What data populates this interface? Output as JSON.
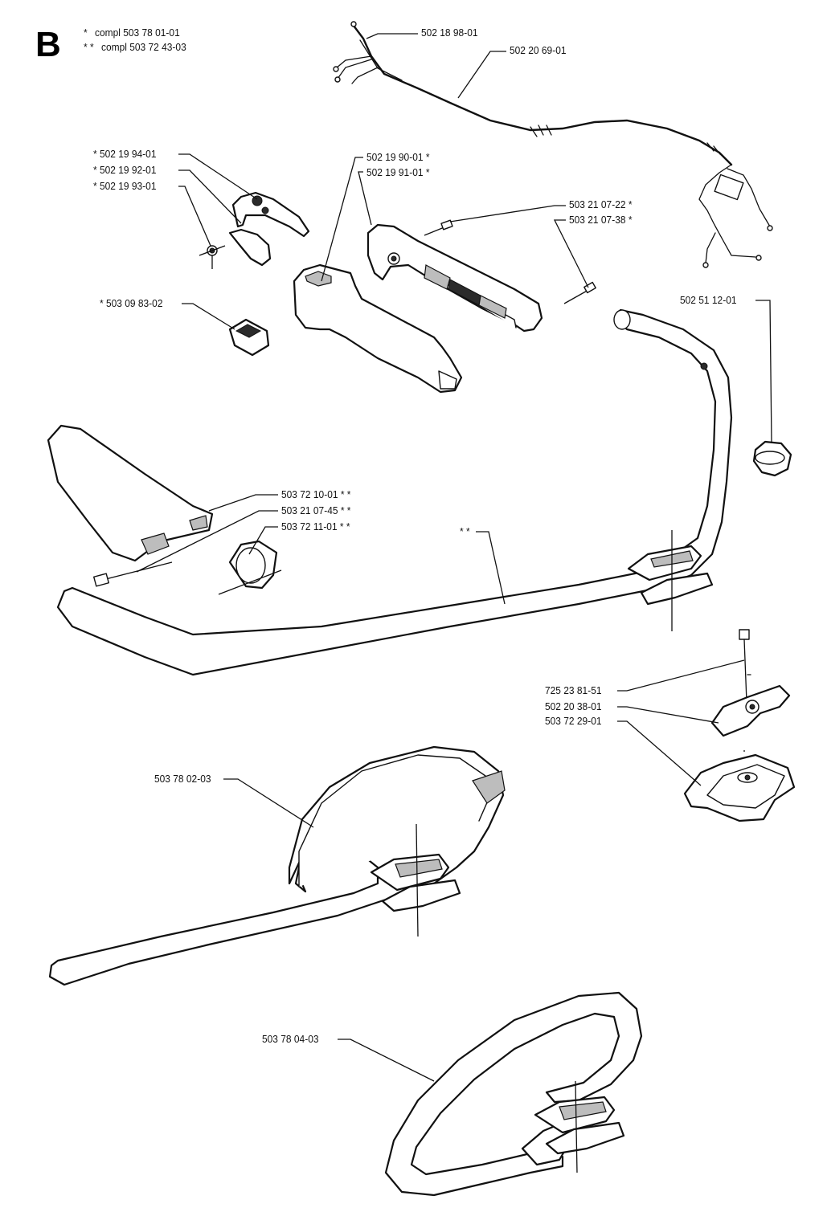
{
  "section": "B",
  "notes": [
    {
      "marker": "*",
      "text": "compl 503 78 01-01"
    },
    {
      "marker": "* *",
      "text": "compl 503 72 43-03"
    }
  ],
  "callouts": {
    "c_502189801": "502 18 98-01",
    "c_502206901": "502 20 69-01",
    "c_502199401": "*  502 19 94-01",
    "c_502199201": "*  502 19 92-01",
    "c_502199301": "*  502 19 93-01",
    "c_502199001": "502 19 90-01  *",
    "c_502199101": "502 19 91-01  *",
    "c_503210722": "503 21 07-22  *",
    "c_503210738": "503 21 07-38  *",
    "c_503098302": "*  503 09 83-02",
    "c_502511201": "502 51 12-01",
    "c_503721001": "503 72 10-01  * *",
    "c_503210745": "503 21 07-45  * *",
    "c_503721101": "503 72 11-01  * *",
    "c_stars": "* *",
    "c_725238151": "725 23 81-51",
    "c_502203801": "502 20 38-01",
    "c_503722901": "503 72 29-01",
    "c_503780203": "503 78 02-03",
    "c_503780403": "503 78 04-03"
  }
}
